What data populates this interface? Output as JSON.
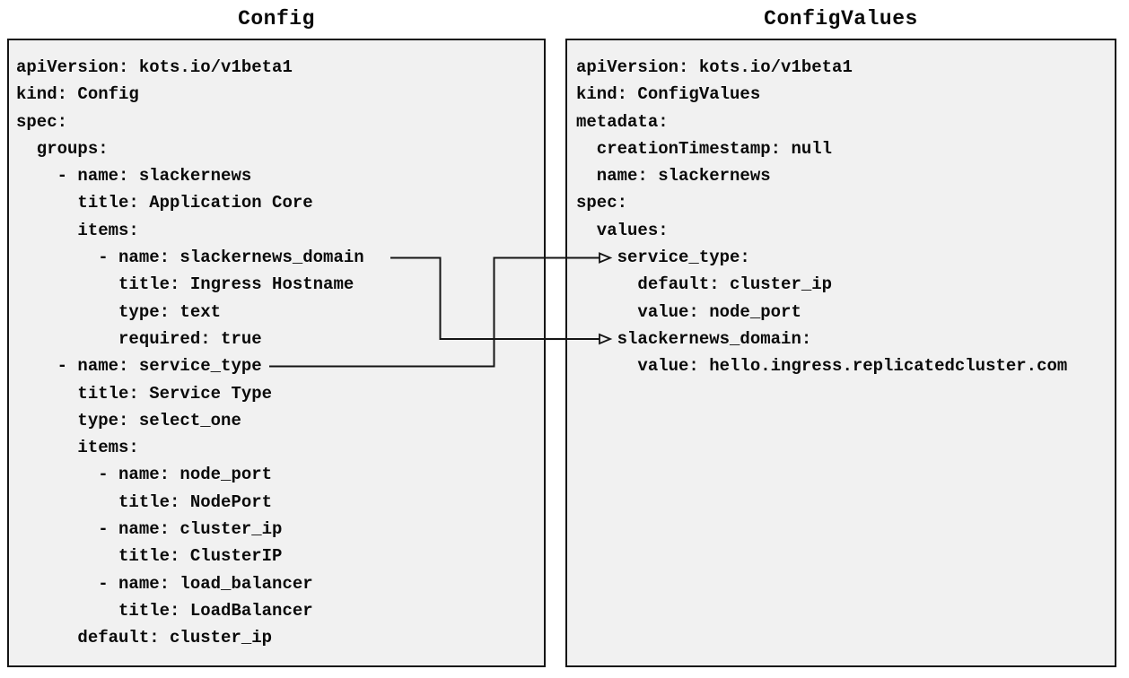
{
  "colors": {
    "page_bg": "#ffffff",
    "panel_bg": "#f1f1f1",
    "panel_border": "#151515",
    "text": "#0a0a0a",
    "arrow": "#151515"
  },
  "panels": [
    {
      "title": "Config",
      "yaml": "apiVersion: kots.io/v1beta1\nkind: Config\nspec:\n  groups:\n    - name: slackernews\n      title: Application Core\n      items:\n        - name: slackernews_domain\n          title: Ingress Hostname\n          type: text\n          required: true\n    - name: service_type\n      title: Service Type\n      type: select_one\n      items:\n        - name: node_port\n          title: NodePort\n        - name: cluster_ip\n          title: ClusterIP\n        - name: load_balancer\n          title: LoadBalancer\n      default: cluster_ip"
    },
    {
      "title": "ConfigValues",
      "yaml": "apiVersion: kots.io/v1beta1\nkind: ConfigValues\nmetadata:\n  creationTimestamp: null\n  name: slackernews\nspec:\n  values:\n    service_type:\n      default: cluster_ip\n      value: node_port\n    slackernews_domain:\n      value: hello.ingress.replicatedcluster.com"
    }
  ],
  "arrows": [
    {
      "source": "slackernews_domain",
      "target": "slackernews_domain"
    },
    {
      "source": "service_type",
      "target": "service_type"
    }
  ]
}
